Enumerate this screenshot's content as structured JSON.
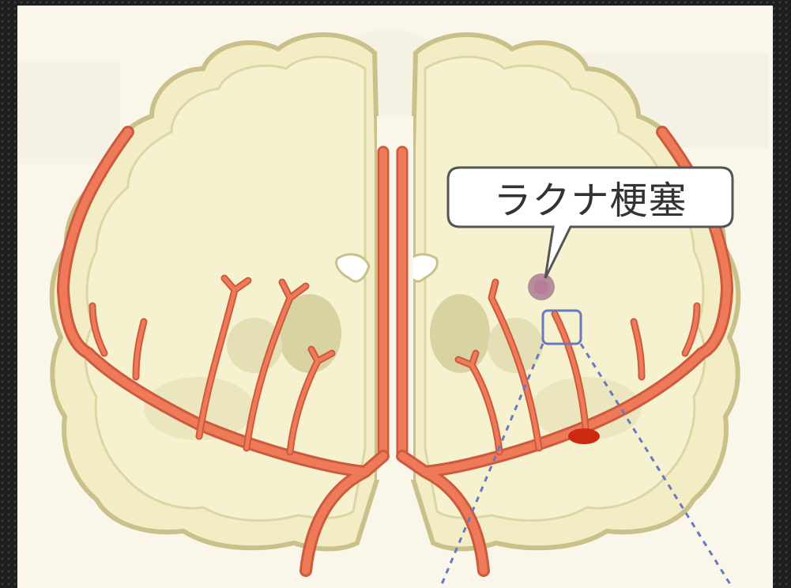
{
  "diagram": {
    "callout_label": "ラクナ梗塞",
    "colors": {
      "brain_fill": "#f2edc4",
      "white_matter": "#f6f2d0",
      "outline": "#c9c08a",
      "nuclei": "#d9d3a2",
      "artery": "#ee7a5a",
      "artery_stroke": "#cc5a3c",
      "occlusion": "#cc2a10",
      "infarct": "#a06b8a",
      "zoom_box": "#6a78c0",
      "background_text": "#e9e3d6"
    },
    "icons": [
      "lacunar-infarct-spot",
      "arterial-occlusion-marker",
      "zoom-box"
    ]
  }
}
